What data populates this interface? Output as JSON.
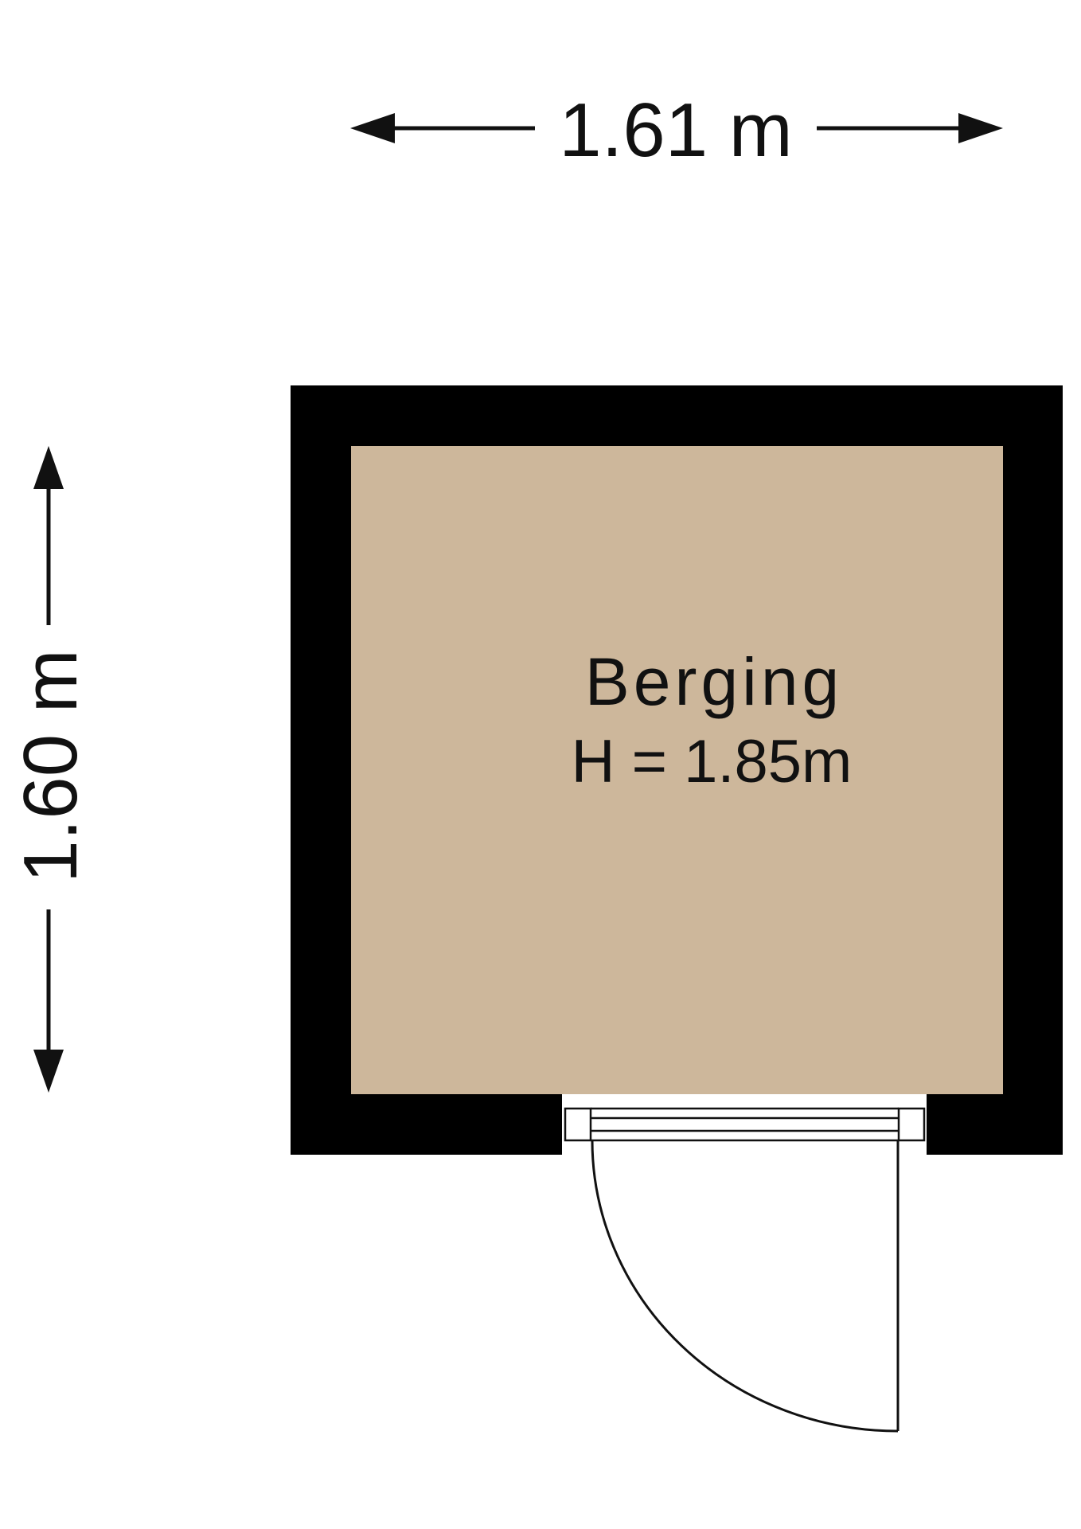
{
  "plan": {
    "room_name": "Berging",
    "room_height": "H = 1.85m",
    "width_dimension": "1.61 m",
    "depth_dimension": "1.60 m"
  },
  "colors": {
    "wall": "#000000",
    "floor": "#cdb79b",
    "line": "#111111",
    "background": "#ffffff"
  }
}
